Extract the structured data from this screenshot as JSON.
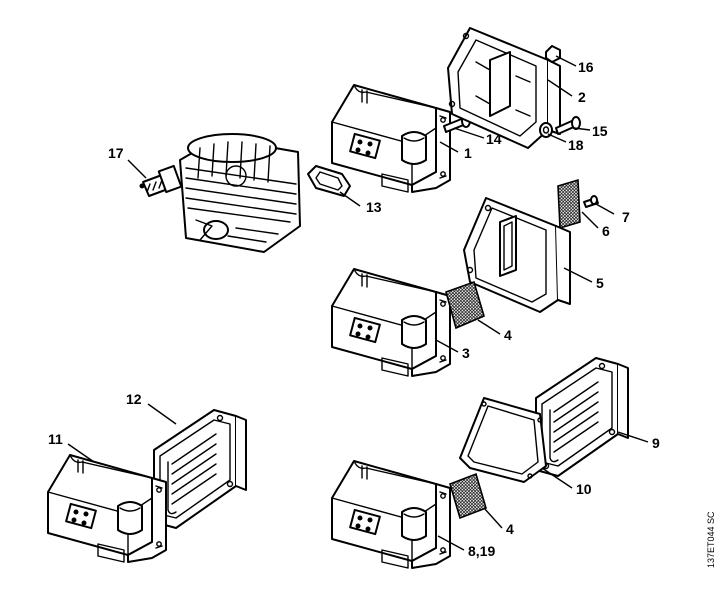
{
  "callouts": {
    "c1": "1",
    "c2": "2",
    "c3": "3",
    "c4a": "4",
    "c4b": "4",
    "c5": "5",
    "c6": "6",
    "c7": "7",
    "c8_19": "8,19",
    "c9": "9",
    "c10": "10",
    "c11": "11",
    "c12": "12",
    "c13": "13",
    "c14": "14",
    "c15": "15",
    "c16": "16",
    "c17": "17",
    "c18": "18"
  },
  "drawing_reference": "137ET044 SC"
}
